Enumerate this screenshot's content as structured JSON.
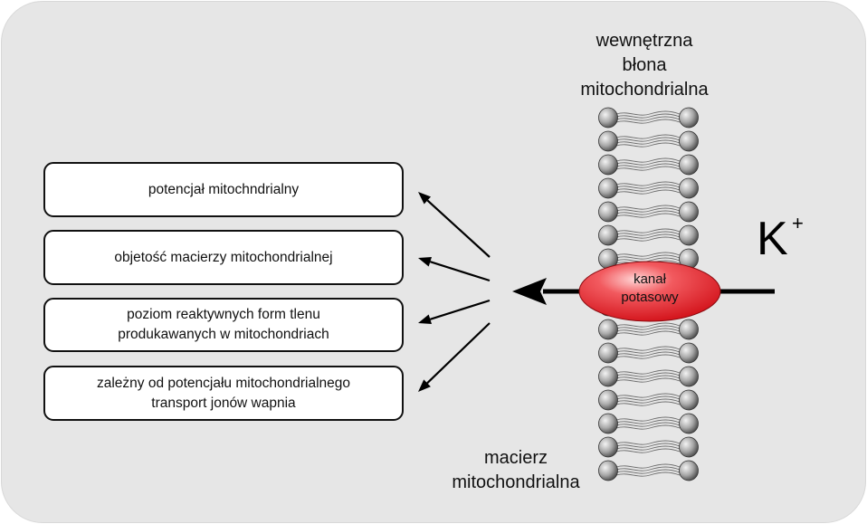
{
  "membrane_label": [
    "wewnętrzna",
    "błona",
    "mitochondrialna"
  ],
  "matrix_label": [
    "macierz",
    "mitochondrialna"
  ],
  "ion": {
    "symbol": "K",
    "charge": "+"
  },
  "channel": {
    "label": [
      "kanał",
      "potasowy"
    ],
    "color": "#e8141c"
  },
  "effects": [
    {
      "lines": [
        "potencjał mitochndrialny"
      ]
    },
    {
      "lines": [
        "objetość macierzy mitochondrialnej"
      ]
    },
    {
      "lines": [
        "poziom reaktywnych form tlenu",
        "produkawanych w mitochondriach"
      ]
    },
    {
      "lines": [
        "zależny od potencjału mitochondrialnego",
        "transport jonów wapnia"
      ]
    }
  ],
  "colors": {
    "background": "#e6e6e6",
    "box_fill": "#ffffff",
    "arrow": "#000000",
    "lipid_head": "#9a9a9a"
  },
  "icons": {
    "lipid": "phospholipid-bilayer-icon",
    "arrow": "arrow-icon"
  }
}
